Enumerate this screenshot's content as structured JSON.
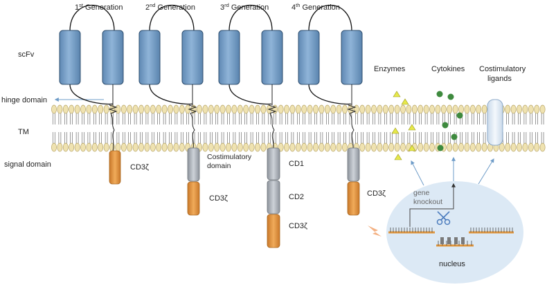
{
  "generations": [
    {
      "num": "1",
      "sup": "st",
      "label": "Generation"
    },
    {
      "num": "2",
      "sup": "nd",
      "label": "Generation"
    },
    {
      "num": "3",
      "sup": "rd",
      "label": "Generation"
    },
    {
      "num": "4",
      "sup": "th",
      "label": "Generation"
    }
  ],
  "left_labels": {
    "scfv": "scFv",
    "hinge": "hinge domain",
    "tm": "TM",
    "signal": "signal domain"
  },
  "domains": {
    "cd3z": "CD3ζ",
    "cd1": "CD1",
    "cd2": "CD2",
    "costim_line1": "Costimulatory",
    "costim_line2": "domain"
  },
  "secreted": {
    "enzymes": "Enzymes",
    "cytokines": "Cytokines",
    "ligands_line1": "Costimulatory",
    "ligands_line2": "ligands"
  },
  "nucleus": {
    "label": "nucleus",
    "gene_line1": "gene",
    "gene_line2": "knockout"
  },
  "colors": {
    "scfv_fill": "#7aa3c9",
    "scfv_stroke": "#2f4f6f",
    "orange": "#e0963e",
    "grey": "#aab0b8",
    "membrane": "#efe2b0",
    "membrane_stroke": "#b8a66a",
    "nucleus": "#dce9f5",
    "arrow": "#6e9cc8",
    "triangle": "#e6e84a",
    "dot": "#3e8a3e",
    "dna": "#e0963e",
    "lightning": "#f4b183",
    "scissors": "#4a7bbd"
  }
}
